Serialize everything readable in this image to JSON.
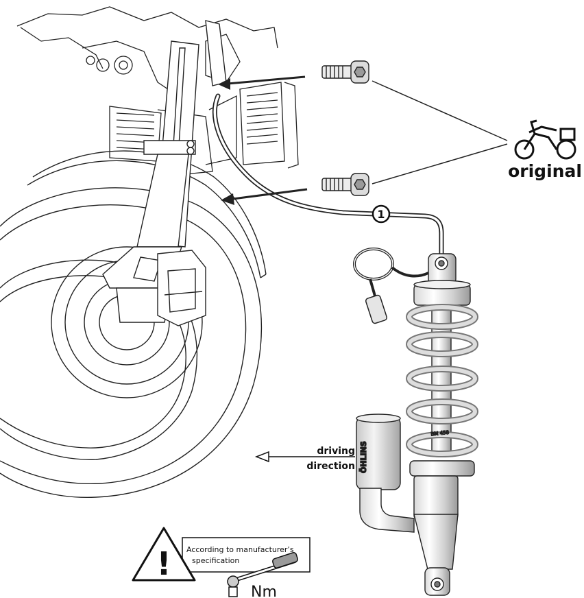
{
  "labels": {
    "original": "original",
    "callout_1": "1",
    "driving_line1": "driving",
    "driving_line2": "direction",
    "warning_line1": "According to manufacturer’s",
    "warning_line2": "specification",
    "torque_unit": "Nm",
    "warning_symbol": "!"
  },
  "brand_text": "ÖHLINS",
  "shock_label_text": "BM 458"
}
